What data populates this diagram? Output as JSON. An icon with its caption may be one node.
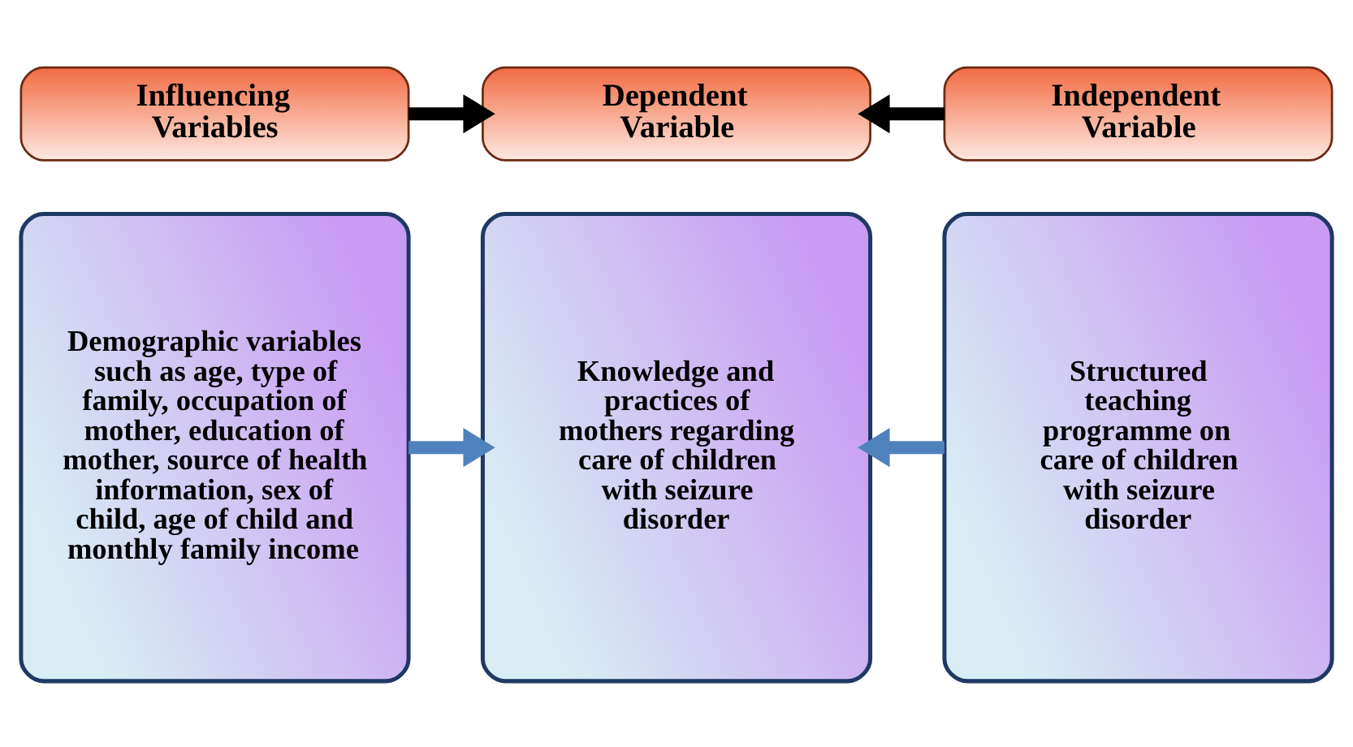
{
  "diagram": {
    "nodes": [
      {
        "text": [
          "Influencing Variables"
        ]
      },
      {
        "text": [
          "Dependent Variable"
        ]
      },
      {
        "text": [
          "Independent Variable"
        ]
      },
      {
        "text": [
          "Demographic variables such as age, type of family, occupation of mother, education of mother, source of health information, sex of child, age of child and monthly family income"
        ]
      },
      {
        "text": [
          "Knowledge and practices of mothers regarding care of children with seizure disorder"
        ]
      },
      {
        "text": [
          "Structured teaching programme on care of children with seizure disorder"
        ]
      }
    ],
    "edges": [
      {
        "from": 0,
        "to": 1,
        "arrow": "to"
      },
      {
        "from": 2,
        "to": 1,
        "arrow": "to"
      },
      {
        "from": 3,
        "to": 4,
        "arrow": "to",
        "color": "#4f81bd"
      },
      {
        "from": 5,
        "to": 4,
        "arrow": "to",
        "color": "#4f81bd"
      }
    ]
  }
}
